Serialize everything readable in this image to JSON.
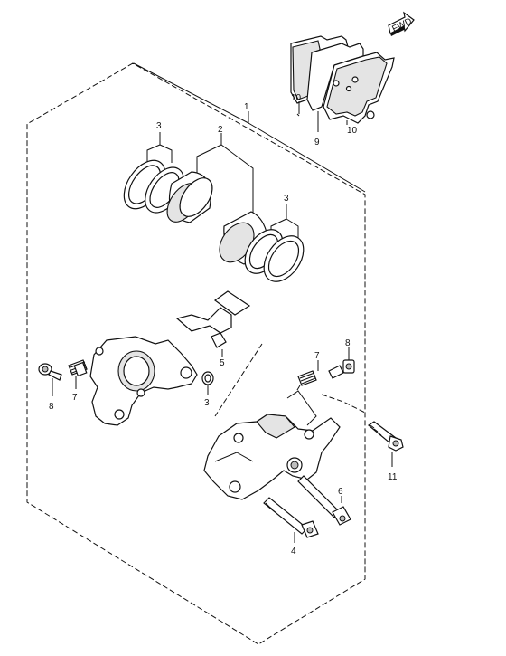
{
  "callouts": {
    "c1": "1",
    "c2": "2",
    "c3a": "3",
    "c3b": "3",
    "c3c": "3",
    "c4": "4",
    "c5": "5",
    "c6": "6",
    "c7a": "7",
    "c7b": "7",
    "c8a": "8",
    "c8b": "8",
    "c9": "9",
    "c10a": "10",
    "c10b": "10",
    "c11": "11"
  },
  "fwd_label": "FWD",
  "icons": [
    "fwd-arrow-icon"
  ],
  "colors": {
    "ink": "#111111",
    "background": "#ffffff"
  }
}
